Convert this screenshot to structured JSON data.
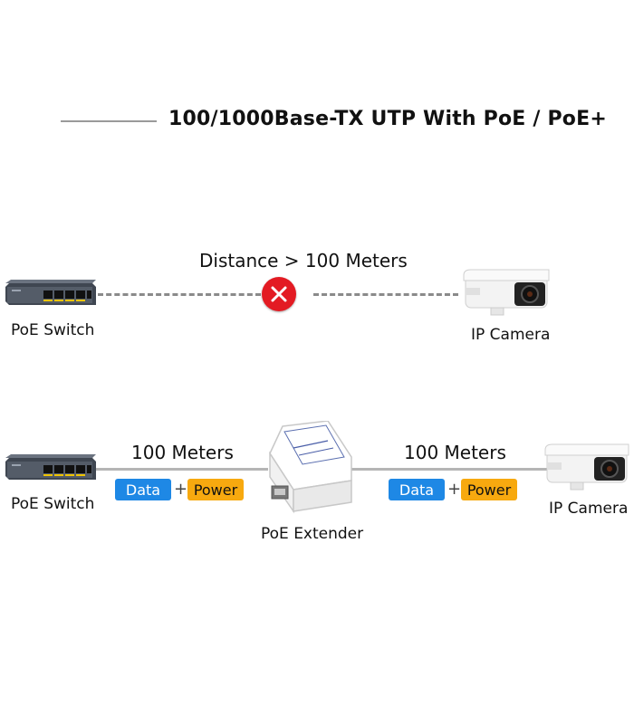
{
  "title": "100/1000Base-TX UTP With PoE / PoE+",
  "top_row": {
    "distance_label": "Distance > 100 Meters",
    "switch_label": "PoE Switch",
    "camera_label": "IP Camera"
  },
  "bottom_row": {
    "switch_label": "PoE Switch",
    "extender_label": "PoE Extender",
    "camera_label": "IP Camera",
    "left_segment": {
      "distance": "100 Meters",
      "data": "Data",
      "plus": "+",
      "power": "Power"
    },
    "right_segment": {
      "distance": "100 Meters",
      "data": "Data",
      "plus": "+",
      "power": "Power"
    }
  },
  "colors": {
    "data_badge": "#1e88e5",
    "power_badge": "#f7a90f",
    "error_icon": "#e31b23",
    "switch_body": "#4b5360"
  },
  "icons": {
    "switch": "poe-switch-icon",
    "camera": "ip-camera-icon",
    "extender": "poe-extender-icon",
    "error": "close-icon"
  }
}
